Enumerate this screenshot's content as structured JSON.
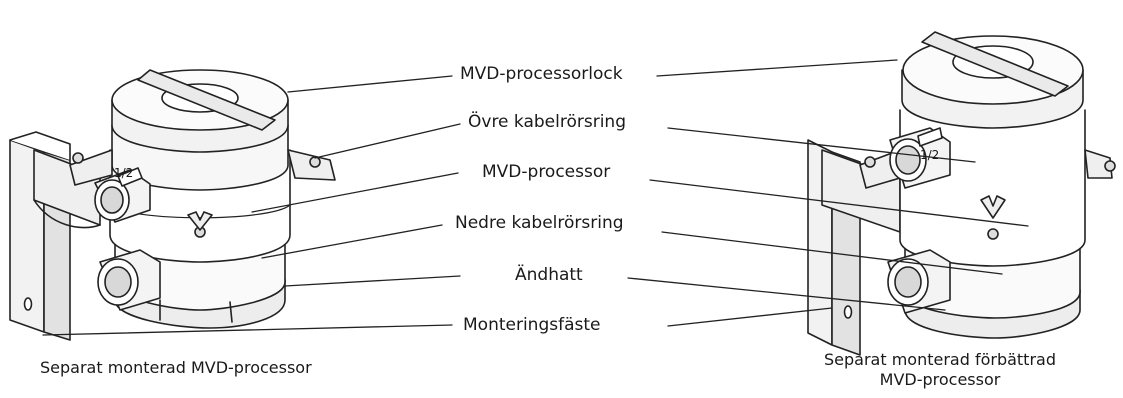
{
  "callouts": {
    "cover": "MVD-processorlock",
    "upper_ring": "Övre kabelrörsring",
    "processor": "MVD-processor",
    "lower_ring": "Nedre kabelrörsring",
    "end_cap": "Ändhatt",
    "bracket": "Monteringsfäste"
  },
  "captions": {
    "left": "Separat monterad MVD-processor",
    "right_line1": "Separat monterad förbättrad",
    "right_line2": "MVD-processor"
  },
  "conduit_markings": {
    "left": "1/2",
    "right": "1/2"
  }
}
